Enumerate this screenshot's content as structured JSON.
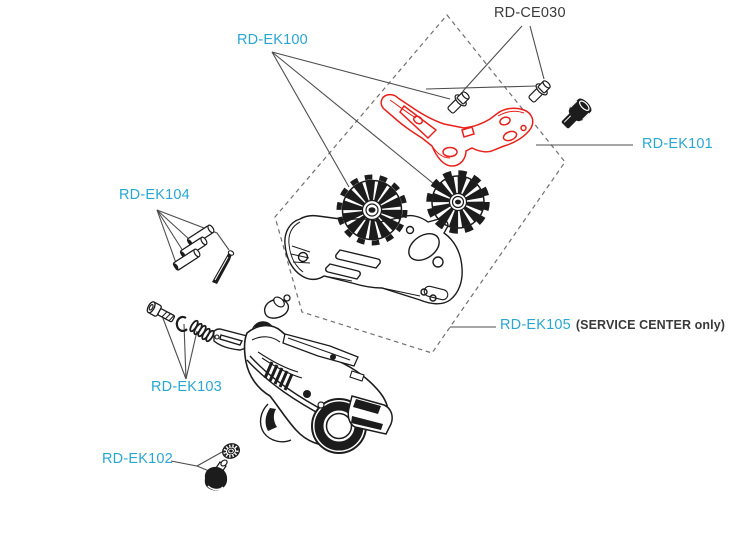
{
  "colors": {
    "accent": "#29A7D3",
    "dark_text": "#3A3A3A",
    "red": "#E8211B",
    "ink": "#1C1C1C",
    "leader": "#4D4D4D"
  },
  "labels": {
    "ce030": {
      "text": "RD-CE030"
    },
    "ek100": {
      "text": "RD-EK100"
    },
    "ek101": {
      "text": "RD-EK101"
    },
    "ek102": {
      "text": "RD-EK102"
    },
    "ek103": {
      "text": "RD-EK103"
    },
    "ek104": {
      "text": "RD-EK104"
    },
    "ek105": {
      "text": "RD-EK105",
      "note": "(SERVICE CENTER only)"
    }
  },
  "parts": [
    {
      "label": "RD-CE030",
      "points_to": [
        "outer cage screw upper",
        "outer cage screw lower"
      ]
    },
    {
      "label": "RD-EK100",
      "points_to": [
        "upper pulley wheel",
        "lower pulley wheel",
        "pulley screws"
      ]
    },
    {
      "label": "RD-EK101",
      "points_to": [
        "outer cage plate (highlighted red)"
      ]
    },
    {
      "label": "RD-EK102",
      "points_to": [
        "adjuster washer",
        "adjuster screw"
      ]
    },
    {
      "label": "RD-EK103",
      "points_to": [
        "b-bolt",
        "clip washer",
        "spring"
      ]
    },
    {
      "label": "RD-EK104",
      "points_to": [
        "pin set of three",
        "taper pin"
      ]
    },
    {
      "label": "RD-EK105",
      "points_to": [
        "cage assembly inside dashed boundary"
      ]
    }
  ]
}
